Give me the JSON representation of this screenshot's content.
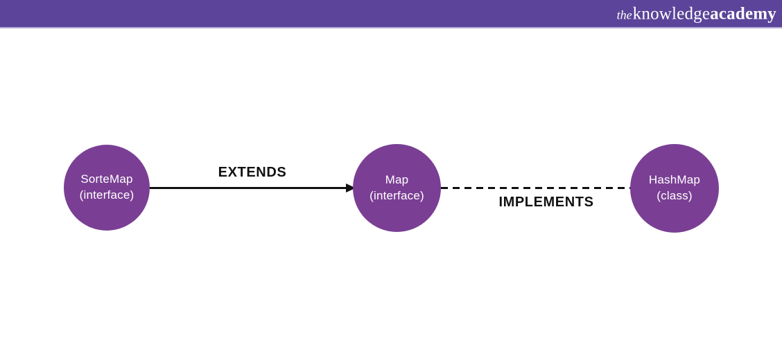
{
  "header": {
    "logo": {
      "part_the": "the",
      "part_knowledge": "knowledge",
      "part_academy": "academy"
    }
  },
  "diagram": {
    "nodes": [
      {
        "name": "SorteMap",
        "type": "(interface)"
      },
      {
        "name": "Map",
        "type": "(interface)"
      },
      {
        "name": "HashMap",
        "type": "(class)"
      }
    ],
    "connectors": [
      {
        "label": "EXTENDS",
        "style": "solid-arrow",
        "from": "SorteMap",
        "to": "Map"
      },
      {
        "label": "IMPLEMENTS",
        "style": "dashed",
        "from": "Map",
        "to": "HashMap"
      }
    ]
  },
  "colors": {
    "header_bg": "#5b4499",
    "header_border": "#b3a9d6",
    "node_fill": "#7a3f94",
    "node_text": "#ffffff",
    "connector": "#111111",
    "label_color": "#111111",
    "page_bg": "#ffffff"
  }
}
